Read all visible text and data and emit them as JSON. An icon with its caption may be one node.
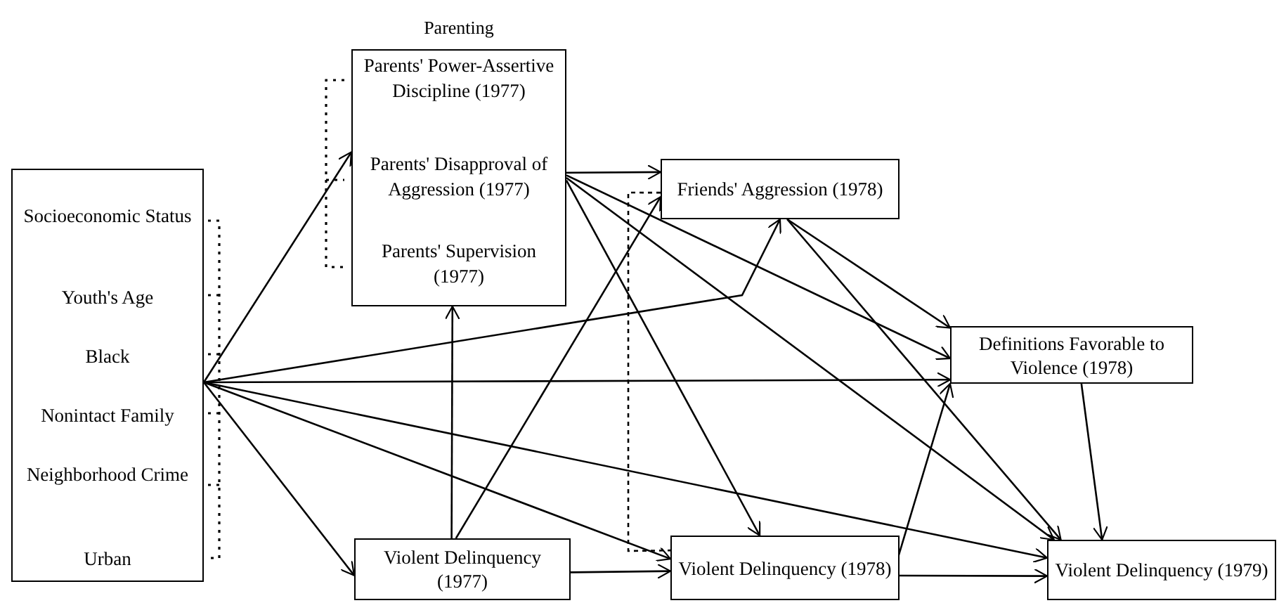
{
  "diagram": {
    "nodes": [
      {
        "text": [
          "Socioeconomic Status",
          "Youth's Age",
          "Black",
          "Nonintact Family",
          "Neighborhood Crime",
          "Urban"
        ]
      },
      {
        "text": [
          "Parenting",
          "Parents' Power-Assertive Discipline (1977)",
          "Parents' Disapproval of Aggression (1977)",
          "Parents' Supervision (1977)"
        ]
      },
      {
        "text": [
          "Friends' Aggression (1978)"
        ]
      },
      {
        "text": [
          "Definitions Favorable to Violence (1978)"
        ]
      },
      {
        "text": [
          "Violent Delinquency (1977)"
        ]
      },
      {
        "text": [
          "Violent Delinquency (1978)"
        ]
      },
      {
        "text": [
          "Violent Delinquency (1979)"
        ]
      }
    ],
    "edges": [
      {
        "from": 0,
        "to": 1,
        "arrow": "to"
      },
      {
        "from": 0,
        "to": 2,
        "arrow": "to"
      },
      {
        "from": 0,
        "to": 3,
        "arrow": "to"
      },
      {
        "from": 0,
        "to": 4,
        "arrow": "to"
      },
      {
        "from": 0,
        "to": 5,
        "arrow": "to"
      },
      {
        "from": 0,
        "to": 6,
        "arrow": "to"
      },
      {
        "from": 1,
        "to": 2,
        "arrow": "to"
      },
      {
        "from": 1,
        "to": 3,
        "arrow": "to"
      },
      {
        "from": 1,
        "to": 5,
        "arrow": "to"
      },
      {
        "from": 1,
        "to": 6,
        "arrow": "to"
      },
      {
        "from": 4,
        "to": 1,
        "arrow": "to"
      },
      {
        "from": 4,
        "to": 2,
        "arrow": "to"
      },
      {
        "from": 4,
        "to": 5,
        "arrow": "to"
      },
      {
        "from": 2,
        "to": 3,
        "arrow": "to"
      },
      {
        "from": 2,
        "to": 6,
        "arrow": "to"
      },
      {
        "from": 2,
        "to": 5,
        "arrow": "none",
        "style": "dashed"
      },
      {
        "from": 5,
        "to": 3,
        "arrow": "to"
      },
      {
        "from": 5,
        "to": 6,
        "arrow": "to"
      },
      {
        "from": 3,
        "to": 6,
        "arrow": "to"
      }
    ]
  }
}
